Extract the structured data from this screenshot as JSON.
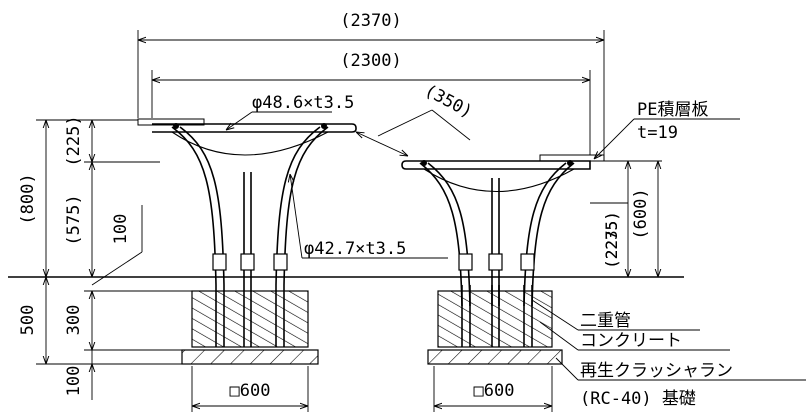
{
  "dimensions": {
    "overall_width": "(2370)",
    "inner_width": "(2300)",
    "slope_length": "(350)",
    "left_top_offset": "(225)",
    "left_total_height": "(800)",
    "left_lower_height": "(575)",
    "small_offset": "100",
    "right_height_a": "(2275)",
    "right_height_b": "(2235)",
    "right_height_c": "(600)",
    "foundation_depth": "500",
    "concrete_depth": "300",
    "gravel_depth": "100",
    "left_footing": "□600",
    "right_footing": "□600"
  },
  "pipe_labels": {
    "top_pipe": "φ48.6×t3.5",
    "arm_pipe": "φ42.7×t3.5"
  },
  "materials": {
    "board_name": "PE積層板",
    "board_thickness": "t=19",
    "double_pipe": "二重管",
    "concrete": "コンクリート",
    "crusher_run": "再生クラッシャラン",
    "foundation_note": "(RC-40) 基礎"
  }
}
